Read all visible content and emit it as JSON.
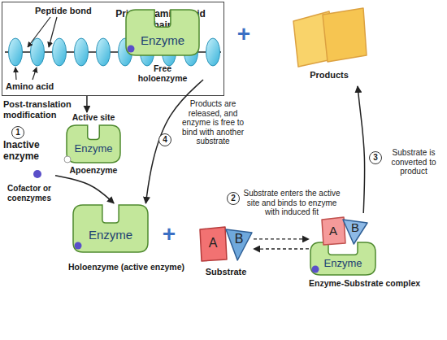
{
  "diagram": {
    "nodes": [
      {
        "text": [
          "Peptide bond",
          "Primary amino acid chain",
          "Amino acid"
        ]
      },
      {
        "text": [
          "Enzyme",
          "Free holoenzyme"
        ]
      },
      {
        "text": [
          "Products"
        ]
      },
      {
        "text": [
          "Active site",
          "Enzyme",
          "Apoenzyme"
        ]
      },
      {
        "text": [
          "Cofactor or coenzymes"
        ]
      },
      {
        "text": [
          "Enzyme",
          "Holoenzyme (active enzyme)"
        ]
      },
      {
        "text": [
          "A"
        ]
      },
      {
        "text": [
          "B"
        ]
      },
      {
        "text": [
          "Enzyme",
          "Enzyme-Substrate complex"
        ]
      },
      {
        "text": [
          "A"
        ],
        "in": 8
      },
      {
        "text": [
          "B"
        ],
        "in": 8
      }
    ],
    "edges": [
      {
        "from": 0,
        "to": 3,
        "arrow": "to",
        "label": "Post-translation modification"
      },
      {
        "from": 4,
        "to": 5,
        "arrow": "to"
      },
      {
        "from": 7,
        "to": 8,
        "arrow": "both"
      },
      {
        "from": 8,
        "to": 2,
        "arrow": "to"
      },
      {
        "from": 1,
        "to": 5,
        "arrow": "to"
      }
    ],
    "labels": [
      "+",
      "1",
      "Inactive enzyme",
      "4",
      "Products are released, and enzyme is free to bind with another substrate",
      "3",
      "Substrate is converted to product",
      "2",
      "Substrate enters the active site and binds to enzyme with induced fit",
      "+",
      "Substrate"
    ]
  }
}
